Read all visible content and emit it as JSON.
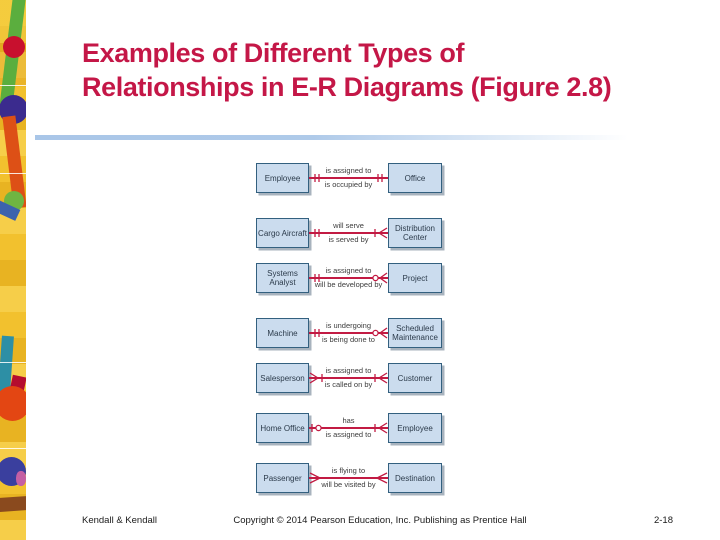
{
  "slide": {
    "title_line1": "Examples of Different Types of",
    "title_line2": "Relationships in E-R Diagrams (Figure 2.8)"
  },
  "colors": {
    "title_text": "#C41747",
    "relationship_line": "#C21B43",
    "entity_fill": "#CBDCEE",
    "entity_border": "#33607F",
    "divider": "#A9C6E8"
  },
  "diagram": {
    "rows": [
      {
        "left_entity": "Employee",
        "right_entity": "Office",
        "label_top": "is assigned to",
        "label_bottom": "is occupied by",
        "left_marker": "one",
        "right_marker": "one"
      },
      {
        "left_entity": "Cargo Aircraft",
        "right_entity": "Distribution Center",
        "label_top": "will serve",
        "label_bottom": "is served by",
        "left_marker": "one",
        "right_marker": "one_many"
      },
      {
        "left_entity": "Systems Analyst",
        "right_entity": "Project",
        "label_top": "is assigned to",
        "label_bottom": "will be developed by",
        "left_marker": "one",
        "right_marker": "zero_many"
      },
      {
        "left_entity": "Machine",
        "right_entity": "Scheduled Maintenance",
        "label_top": "is undergoing",
        "label_bottom": "is being done to",
        "left_marker": "one",
        "right_marker": "zero_many"
      },
      {
        "left_entity": "Salesperson",
        "right_entity": "Customer",
        "label_top": "is assigned to",
        "label_bottom": "is called on by",
        "left_marker": "one_many",
        "right_marker": "one_many"
      },
      {
        "left_entity": "Home Office",
        "right_entity": "Employee",
        "label_top": "has",
        "label_bottom": "is assigned to",
        "left_marker": "zero_one",
        "right_marker": "one_many"
      },
      {
        "left_entity": "Passenger",
        "right_entity": "Destination",
        "label_top": "is flying to",
        "label_bottom": "will be visited by",
        "left_marker": "many",
        "right_marker": "many"
      }
    ]
  },
  "footer": {
    "left": "Kendall & Kendall",
    "center": "Copyright © 2014 Pearson Education, Inc. Publishing as Prentice Hall",
    "right": "2-18"
  }
}
